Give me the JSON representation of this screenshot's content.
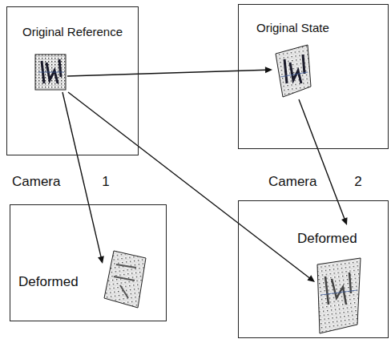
{
  "diagram": {
    "nodes": [
      {
        "text": [
          "Original Reference"
        ]
      },
      {
        "text": [
          "Original State"
        ]
      },
      {
        "text": [
          "Deformed"
        ]
      },
      {
        "text": [
          "Deformed"
        ]
      }
    ],
    "edges": [
      {
        "from": 0,
        "to": 1,
        "arrow": "to"
      },
      {
        "from": 0,
        "to": 2,
        "arrow": "to"
      },
      {
        "from": 0,
        "to": 3,
        "arrow": "to"
      },
      {
        "from": 1,
        "to": 3,
        "arrow": "to"
      }
    ],
    "labels": [
      "Camera 1",
      "Camera 2"
    ]
  }
}
